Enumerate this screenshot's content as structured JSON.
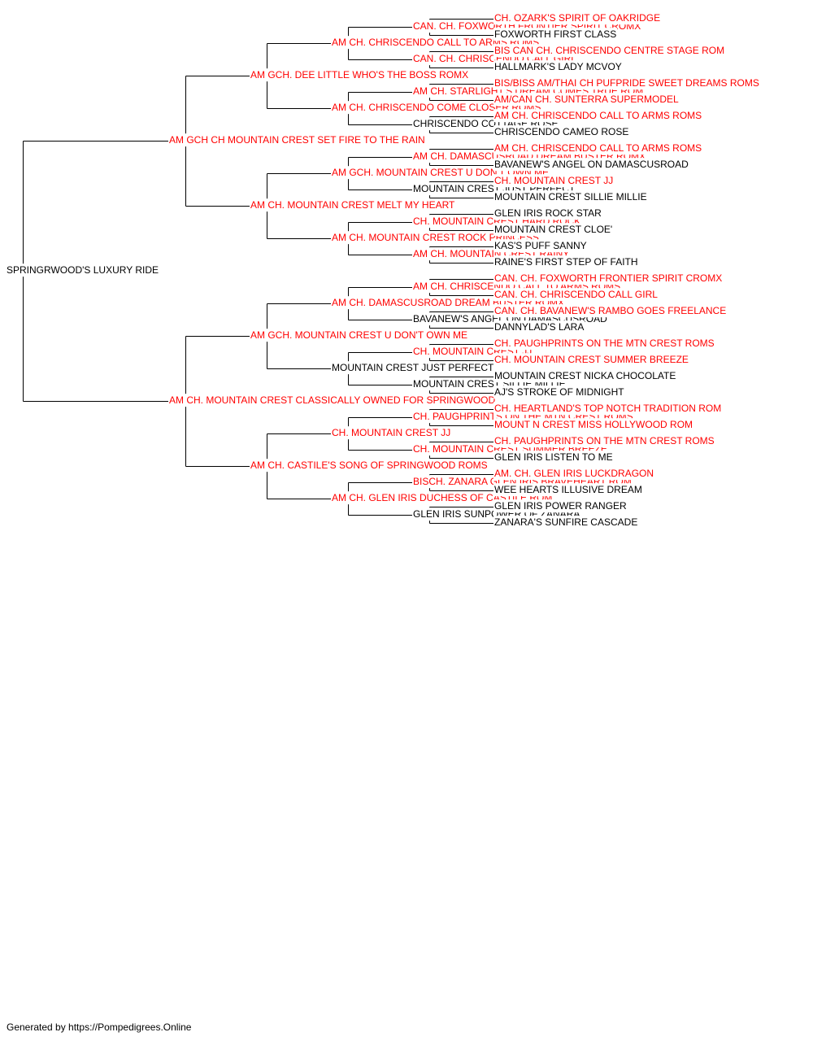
{
  "pedigree": {
    "subject": {
      "name": "SPRINGRWOOD'S LUXURY RIDE",
      "titled": false
    },
    "generation1": [
      {
        "name": "AM GCH CH MOUNTAIN CREST SET FIRE TO THE RAIN",
        "titled": true
      },
      {
        "name": "AM CH. MOUNTAIN CREST CLASSICALLY OWNED FOR SPRINGWOOD",
        "titled": true
      }
    ],
    "generation2": [
      {
        "name": "AM GCH. DEE LITTLE WHO'S THE BOSS ROMX",
        "titled": true
      },
      {
        "name": "AM CH. MOUNTAIN CREST MELT MY HEART",
        "titled": true
      },
      {
        "name": "AM GCH. MOUNTAIN CREST U DON'T OWN ME",
        "titled": true
      },
      {
        "name": "AM CH. CASTILE'S SONG OF SPRINGWOOD ROMS",
        "titled": true
      }
    ],
    "generation3": [
      {
        "name": "AM CH. CHRISCENDO CALL TO ARMS ROMS",
        "titled": true
      },
      {
        "name": "AM CH. CHRISCENDO COME CLOSER ROMS",
        "titled": true
      },
      {
        "name": "AM GCH. MOUNTAIN CREST U DON'T OWN ME",
        "titled": true
      },
      {
        "name": "AM CH. MOUNTAIN CREST ROCK PRINCESS",
        "titled": true
      },
      {
        "name": "AM CH. DAMASCUSROAD DREAM BUSTER ROMX",
        "titled": true
      },
      {
        "name": "MOUNTAIN CREST JUST PERFECT",
        "titled": false
      },
      {
        "name": "CH. MOUNTAIN CREST JJ",
        "titled": true
      },
      {
        "name": "AM CH. GLEN IRIS DUCHESS OF CASTILE ROM",
        "titled": true
      }
    ],
    "generation4": [
      {
        "name": "CAN. CH. FOXWORTH FRONTIER SPIRIT CROMX",
        "titled": true
      },
      {
        "name": "CAN. CH. CHRISCENDO CALL GIRL",
        "titled": true
      },
      {
        "name": "AM CH. STARLIGHT'S DREAM COMES TRUE ROM",
        "titled": true
      },
      {
        "name": "CHRISCENDO COTTAGE ROSE",
        "titled": false
      },
      {
        "name": "AM CH. DAMASCUSROAD DREAM BUSTER ROMX",
        "titled": true
      },
      {
        "name": "MOUNTAIN CREST JUST PERFECT",
        "titled": false
      },
      {
        "name": "CH. MOUNTAIN CREST HARD ROCK",
        "titled": true
      },
      {
        "name": "AM CH. MOUNTAIN CREST RAINY",
        "titled": true
      },
      {
        "name": "AM CH. CHRISCENDO CALL TO ARMS ROMS",
        "titled": true
      },
      {
        "name": "BAVANEW'S ANGEL ON DAMASCUSROAD",
        "titled": false
      },
      {
        "name": "CH. MOUNTAIN CREST JJ",
        "titled": true
      },
      {
        "name": "MOUNTAIN CREST SILLIE MILLIE",
        "titled": false
      },
      {
        "name": "CH. PAUGHPRINTS ON THE MTN CREST ROMS",
        "titled": true
      },
      {
        "name": "CH. MOUNTAIN CREST SUMMER BREEZE",
        "titled": true
      },
      {
        "name": "BISCH. ZANARA GLEN IRIS BRAVEHEART ROM",
        "titled": true
      },
      {
        "name": "GLEN IRIS SUNPOWER OF ZANARA",
        "titled": false
      }
    ],
    "generation5": [
      {
        "name": "CH. OZARK'S SPIRIT OF OAKRIDGE",
        "titled": true
      },
      {
        "name": "FOXWORTH FIRST CLASS",
        "titled": false
      },
      {
        "name": "BIS CAN CH. CHRISCENDO CENTRE STAGE ROM",
        "titled": true
      },
      {
        "name": "HALLMARK'S LADY MCVOY",
        "titled": false
      },
      {
        "name": "BIS/BISS AM/THAI CH PUFPRIDE SWEET DREAMS ROMS",
        "titled": true
      },
      {
        "name": "AM/CAN CH. SUNTERRA SUPERMODEL",
        "titled": true
      },
      {
        "name": "AM CH. CHRISCENDO CALL TO ARMS ROMS",
        "titled": true
      },
      {
        "name": "CHRISCENDO CAMEO ROSE",
        "titled": false
      },
      {
        "name": "AM CH. CHRISCENDO CALL TO ARMS ROMS",
        "titled": true
      },
      {
        "name": "BAVANEW'S ANGEL ON DAMASCUSROAD",
        "titled": false
      },
      {
        "name": "CH. MOUNTAIN CREST JJ",
        "titled": true
      },
      {
        "name": "MOUNTAIN CREST SILLIE MILLIE",
        "titled": false
      },
      {
        "name": "GLEN IRIS ROCK STAR",
        "titled": false
      },
      {
        "name": "MOUNTAIN CREST CLOE'",
        "titled": false
      },
      {
        "name": "KAS'S PUFF SANNY",
        "titled": false
      },
      {
        "name": "RAINE'S FIRST STEP OF FAITH",
        "titled": false
      },
      {
        "name": "CAN. CH. FOXWORTH FRONTIER SPIRIT CROMX",
        "titled": true
      },
      {
        "name": "CAN. CH. CHRISCENDO CALL GIRL",
        "titled": true
      },
      {
        "name": "CAN. CH. BAVANEW'S RAMBO GOES FREELANCE",
        "titled": true
      },
      {
        "name": "DANNYLAD'S LARA",
        "titled": false
      },
      {
        "name": "CH. PAUGHPRINTS ON THE MTN CREST ROMS",
        "titled": true
      },
      {
        "name": "CH. MOUNTAIN CREST SUMMER BREEZE",
        "titled": true
      },
      {
        "name": "MOUNTAIN CREST NICKA CHOCOLATE",
        "titled": false
      },
      {
        "name": "AJ'S STROKE OF MIDNIGHT",
        "titled": false
      },
      {
        "name": "CH. HEARTLAND'S TOP NOTCH TRADITION ROM",
        "titled": true
      },
      {
        "name": "MOUNT N CREST MISS HOLLYWOOD ROM",
        "titled": true
      },
      {
        "name": "CH. PAUGHPRINTS ON THE MTN CREST ROMS",
        "titled": true
      },
      {
        "name": "GLEN IRIS LISTEN TO ME",
        "titled": false
      },
      {
        "name": "AM. CH. GLEN IRIS LUCKDRAGON",
        "titled": true
      },
      {
        "name": "WEE HEARTS ILLUSIVE DREAM",
        "titled": false
      },
      {
        "name": "GLEN IRIS POWER RANGER",
        "titled": false
      },
      {
        "name": "ZANARA'S SUNFIRE CASCADE",
        "titled": false
      }
    ]
  },
  "colors": {
    "titled": "#ff0000",
    "untitled": "#000000",
    "line": "#000000"
  },
  "footer": {
    "text": "Generated by https://Pompedigrees.Online"
  }
}
